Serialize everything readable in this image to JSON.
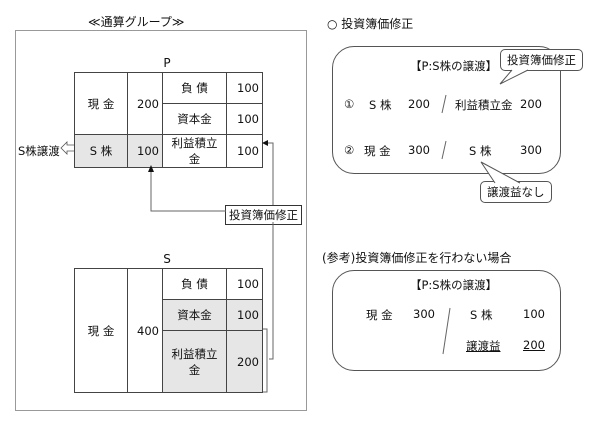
{
  "left_panel": {
    "title": "≪通算グループ≫",
    "parent": {
      "label": "P",
      "rows": [
        {
          "left_account": "現 金",
          "left_amount": "200",
          "right_account": "負 債",
          "right_amount": "100"
        },
        {
          "right_account": "資本金",
          "right_amount": "100"
        },
        {
          "left_account": "S 株",
          "left_amount": "100",
          "right_account": "利益積立金",
          "right_amount": "100"
        }
      ],
      "transfer_label": "S株譲渡"
    },
    "subsidiary": {
      "label": "S",
      "left_account": "現 金",
      "left_amount": "400",
      "rows": [
        {
          "right_account": "負 債",
          "right_amount": "100"
        },
        {
          "right_account": "資本金",
          "right_amount": "100"
        },
        {
          "right_account": "利益積立金",
          "right_amount": "200"
        }
      ]
    },
    "adjustment_tag": "投資簿価修正"
  },
  "right_panel": {
    "section1": {
      "title": "○ 投資簿価修正",
      "box_header": "【P:S株の譲渡】",
      "callout_top": "投資簿価修正",
      "callout_bottom": "譲渡益なし",
      "entries": [
        {
          "num": "①",
          "debit": "S 株",
          "debit_amount": "200",
          "credit": "利益積立金",
          "credit_amount": "200"
        },
        {
          "num": "②",
          "debit": "現 金",
          "debit_amount": "300",
          "credit": "S 株",
          "credit_amount": "300"
        }
      ]
    },
    "section2": {
      "title": "(参考)投資簿価修正を行わない場合",
      "box_header": "【P:S株の譲渡】",
      "debit": "現 金",
      "debit_amount": "300",
      "credits": [
        {
          "account": "S 株",
          "amount": "100"
        },
        {
          "account": "譲渡益",
          "amount": "200"
        }
      ]
    }
  }
}
